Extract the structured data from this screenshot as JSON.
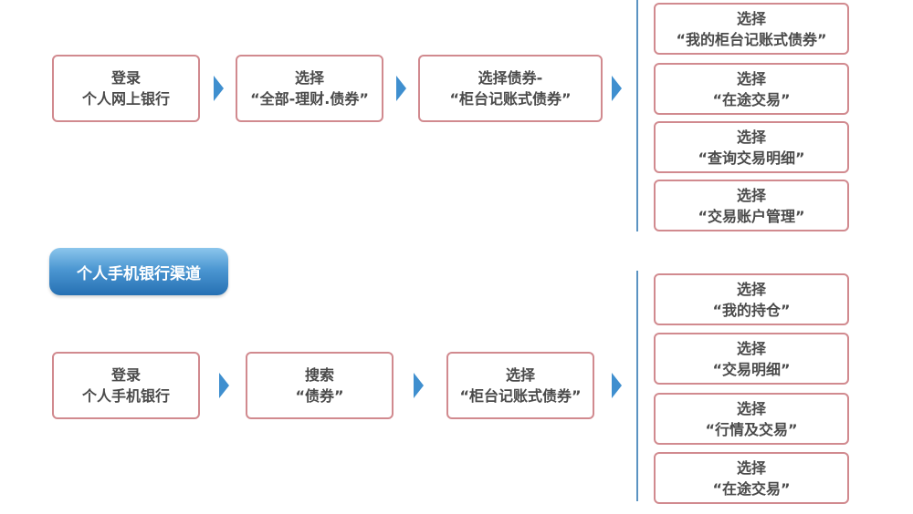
{
  "channel_label": "个人手机银行渠道",
  "online_flow": {
    "steps": [
      {
        "line1": "登录",
        "line2": "个人网上银行"
      },
      {
        "line1": "选择",
        "line2": "“全部-理财.债券”"
      },
      {
        "line1": "选择债券-",
        "line2": "“柜台记账式债券”"
      }
    ],
    "options": [
      {
        "line1": "选择",
        "line2": "“我的柜台记账式债券”"
      },
      {
        "line1": "选择",
        "line2": "“在途交易”"
      },
      {
        "line1": "选择",
        "line2": "“查询交易明细”"
      },
      {
        "line1": "选择",
        "line2": "“交易账户管理”"
      }
    ]
  },
  "mobile_flow": {
    "steps": [
      {
        "line1": "登录",
        "line2": "个人手机银行"
      },
      {
        "line1": "搜索",
        "line2": "“债券”"
      },
      {
        "line1": "选择",
        "line2": "“柜台记账式债券”"
      }
    ],
    "options": [
      {
        "line1": "选择",
        "line2": "“我的持仓”"
      },
      {
        "line1": "选择",
        "line2": "“交易明细”"
      },
      {
        "line1": "选择",
        "line2": "“行情及交易”"
      },
      {
        "line1": "选择",
        "line2": "“在途交易”"
      }
    ]
  }
}
